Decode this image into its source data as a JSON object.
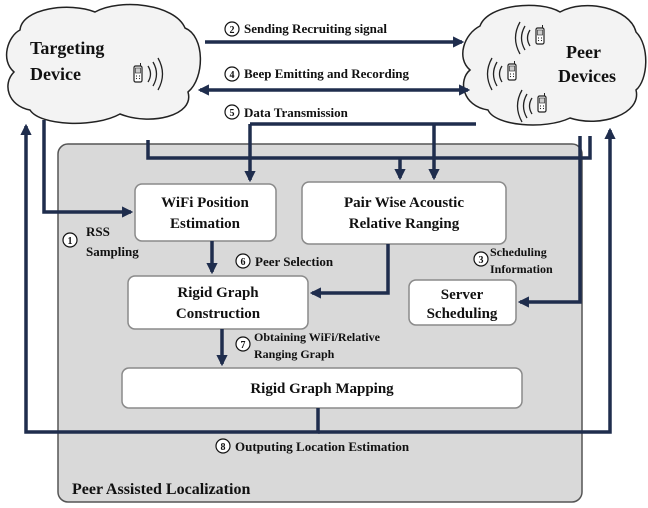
{
  "targeting_device": {
    "line1": "Targeting",
    "line2": "Device"
  },
  "peer_devices": {
    "line1": "Peer",
    "line2": "Devices"
  },
  "region_label": "Peer Assisted Localization",
  "boxes": {
    "wifi": {
      "line1": "WiFi Position",
      "line2": "Estimation"
    },
    "pairwise": {
      "line1": "Pair Wise Acoustic",
      "line2": "Relative Ranging"
    },
    "rigid_construction": {
      "line1": "Rigid Graph",
      "line2": "Construction"
    },
    "server": {
      "line1": "Server",
      "line2": "Scheduling"
    },
    "rigid_mapping": {
      "line1": "Rigid Graph Mapping"
    }
  },
  "steps": [
    {
      "num": "1",
      "line1": "RSS",
      "line2": "Sampling"
    },
    {
      "num": "2",
      "line1": "Sending Recruiting signal"
    },
    {
      "num": "3",
      "line1": "Scheduling",
      "line2": "Information"
    },
    {
      "num": "4",
      "line1": "Beep Emitting and Recording"
    },
    {
      "num": "5",
      "line1": "Data Transmission"
    },
    {
      "num": "6",
      "line1": "Peer Selection"
    },
    {
      "num": "7",
      "line1": "Obtaining WiFi/Relative",
      "line2": "Ranging Graph"
    },
    {
      "num": "8",
      "line1": "Outputing Location Estimation"
    }
  ],
  "colors": {
    "arrow": "#1f2d4d",
    "region_fill": "#d9d9d9",
    "cloud_fill": "#f3f3f3"
  },
  "icons": [
    "signal-waves-icon",
    "phone-icon"
  ]
}
